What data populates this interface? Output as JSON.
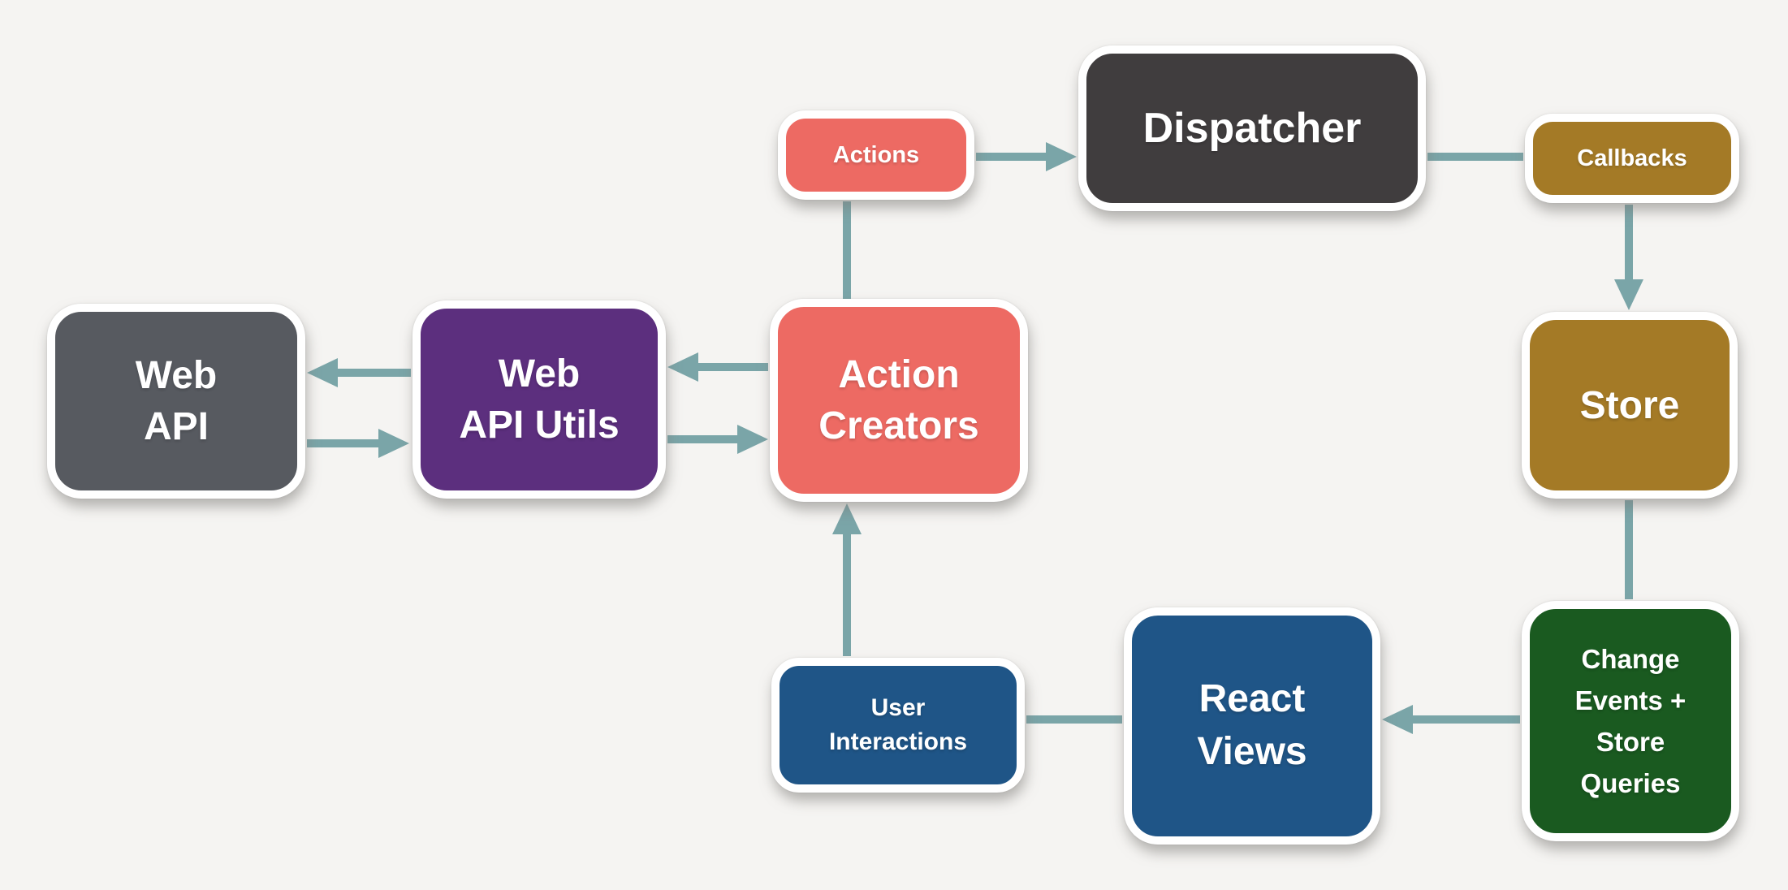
{
  "diagram": {
    "colors": {
      "background": "#f5f4f2",
      "arrow": "#7aa5a8",
      "node_border": "#ffffff",
      "label_text": "#ffffff"
    },
    "nodes": {
      "actions": {
        "label": "Actions",
        "color": "#ed6a63"
      },
      "dispatcher": {
        "label": "Dispatcher",
        "color": "#403d3e"
      },
      "callbacks": {
        "label": "Callbacks",
        "color": "#a47a26"
      },
      "store": {
        "label": "Store",
        "color": "#a47a26"
      },
      "change_events": {
        "label": "Change\nEvents +\nStore\nQueries",
        "color": "#1a5a20"
      },
      "react_views": {
        "label": "React\nViews",
        "color": "#1f5587"
      },
      "user_interactions": {
        "label": "User\nInteractions",
        "color": "#1f5587"
      },
      "action_creators": {
        "label": "Action\nCreators",
        "color": "#ed6a63"
      },
      "web_api_utils": {
        "label": "Web\nAPI Utils",
        "color": "#5c2f7e"
      },
      "web_api": {
        "label": "Web\nAPI",
        "color": "#575a60"
      }
    },
    "edges": [
      {
        "from": "action_creators",
        "to": "actions",
        "arrowhead": false
      },
      {
        "from": "actions",
        "to": "dispatcher",
        "arrowhead": true
      },
      {
        "from": "dispatcher",
        "to": "callbacks",
        "arrowhead": false
      },
      {
        "from": "callbacks",
        "to": "store",
        "arrowhead": true
      },
      {
        "from": "store",
        "to": "change_events",
        "arrowhead": false
      },
      {
        "from": "change_events",
        "to": "react_views",
        "arrowhead": true
      },
      {
        "from": "react_views",
        "to": "user_interactions",
        "arrowhead": false
      },
      {
        "from": "user_interactions",
        "to": "action_creators",
        "arrowhead": true
      },
      {
        "from": "action_creators",
        "to": "web_api_utils",
        "arrowhead": true
      },
      {
        "from": "web_api_utils",
        "to": "action_creators",
        "arrowhead": true
      },
      {
        "from": "web_api_utils",
        "to": "web_api",
        "arrowhead": true
      },
      {
        "from": "web_api",
        "to": "web_api_utils",
        "arrowhead": true
      }
    ]
  }
}
